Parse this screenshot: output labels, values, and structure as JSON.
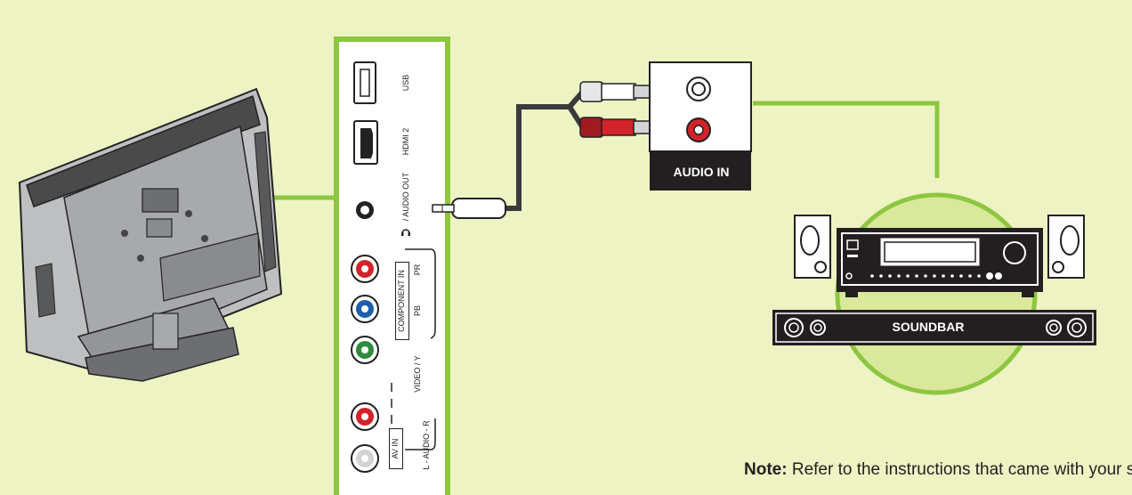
{
  "ports": {
    "usb": "USB",
    "hdmi2": "HDMI 2",
    "audio_out": "/ AUDIO OUT",
    "component_in": "COMPONENT IN",
    "pr": "PR",
    "pb": "PB",
    "video_y": "VIDEO / Y",
    "audio_lr": "L - AUDIO - R",
    "av_in": "AV IN"
  },
  "device": {
    "audio_in_label": "AUDIO IN",
    "soundbar_label": "SOUNDBAR"
  },
  "note": {
    "label": "Note:",
    "text": " Refer to the instructions that came with your speakers for more information."
  },
  "colors": {
    "background": "#eef3c3",
    "accent_green": "#8dc63f",
    "circle_fill": "#d9e89b",
    "red_port": "#d2232a",
    "blue_port": "#1f5fa8",
    "green_port": "#2e8b3d"
  },
  "icons": [
    "tv-icon",
    "headphone-icon",
    "rca-plug-icon",
    "mini-plug-icon",
    "speaker-icon",
    "receiver-icon"
  ]
}
